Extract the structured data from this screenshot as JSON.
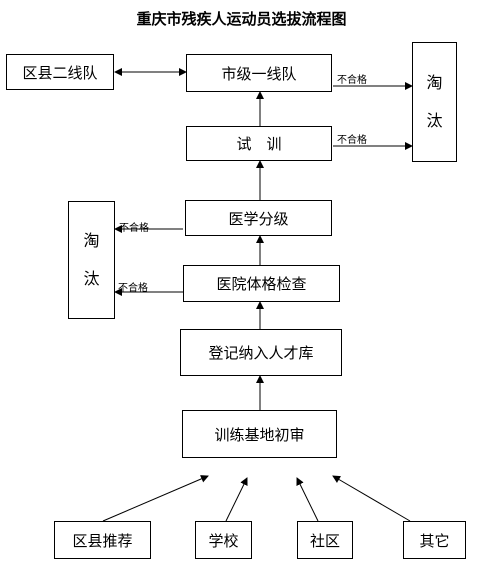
{
  "title": "重庆市残疾人运动员选拔流程图",
  "nodes": {
    "district_second_team": "区县二线队",
    "city_first_team": "市级一线队",
    "trial_training": "试　训",
    "medical_classification": "医学分级",
    "hospital_exam": "医院体格检查",
    "talent_registry": "登记纳入人才库",
    "training_base_review": "训练基地初审",
    "district_recommend": "区县推荐",
    "school": "学校",
    "community": "社区",
    "other": "其它",
    "eliminate_right": [
      "淘",
      "汰"
    ],
    "eliminate_left": [
      "淘",
      "汰"
    ]
  },
  "edge_labels": {
    "city_fail": "不合格",
    "trial_fail": "不合格",
    "medical_fail": "不合格",
    "hospital_fail": "不合格"
  }
}
